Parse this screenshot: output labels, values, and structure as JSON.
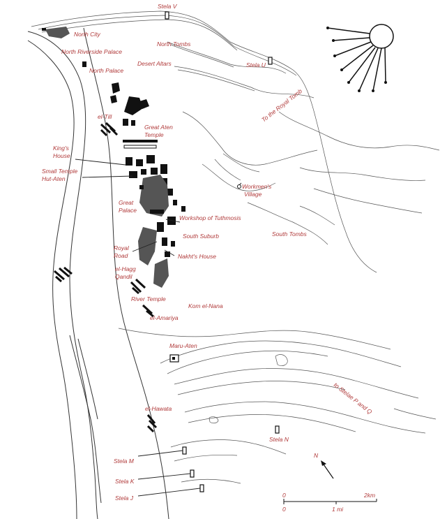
{
  "labels": {
    "stela_v": "Stela V",
    "north_city": "North City",
    "north_tombs": "North Tombs",
    "north_riverside_palace": "North Riverside Palace",
    "desert_altars": "Desert Altars",
    "stela_u": "Stela U",
    "north_palace": "North Palace",
    "to_royal_tomb": "To the Royal Tomb",
    "el_till": "el-Till",
    "great_aten_temple": "Great Aten Temple",
    "kings_house": "King's House",
    "small_temple": "Small Temple Hut-Aten",
    "workmens_village": "Workmen's Village",
    "great_palace": "Great Palace",
    "workshop_tuthmosis": "Workshop of Tuthmosis",
    "south_suburb": "South Suburb",
    "south_tombs": "South Tombs",
    "royal_road": "Royal Road",
    "nakhts_house": "Nakht's House",
    "el_hagg_qandil": "el-Hagg Qandil",
    "river_temple": "River Temple",
    "kom_el_nana": "Kom el-Nana",
    "el_amariya": "el-Amariya",
    "maru_aten": "Maru-Aten",
    "to_stelae_pq": "to Stelae P and Q",
    "el_hawata": "el-Hawata",
    "stela_n": "Stela N",
    "stela_m": "Stela M",
    "stela_k": "Stela K",
    "stela_j": "Stela J",
    "north_arrow": "N"
  },
  "label_lines": {
    "great_aten_temple": [
      "Great Aten",
      "Temple"
    ],
    "kings_house": [
      "King's",
      "House"
    ],
    "small_temple": [
      "Small Temple",
      "Hut-Aten"
    ],
    "workmens_village": [
      "Workmen's",
      "Village"
    ],
    "great_palace": [
      "Great",
      "Palace"
    ],
    "royal_road": [
      "Royal",
      "Road"
    ],
    "el_hagg_qandil": [
      "el-Hagg",
      "Qandil"
    ]
  },
  "scale": {
    "km_start": "0",
    "km_end": "2km",
    "mi_start": "0",
    "mi_end": "1 mi"
  },
  "colors": {
    "label": "#b03a3a",
    "ink": "#111111",
    "settlement_grey": "#555555"
  },
  "icons": [
    "aten-sun-disc-icon",
    "north-arrow-icon",
    "stela-marker-icon"
  ]
}
